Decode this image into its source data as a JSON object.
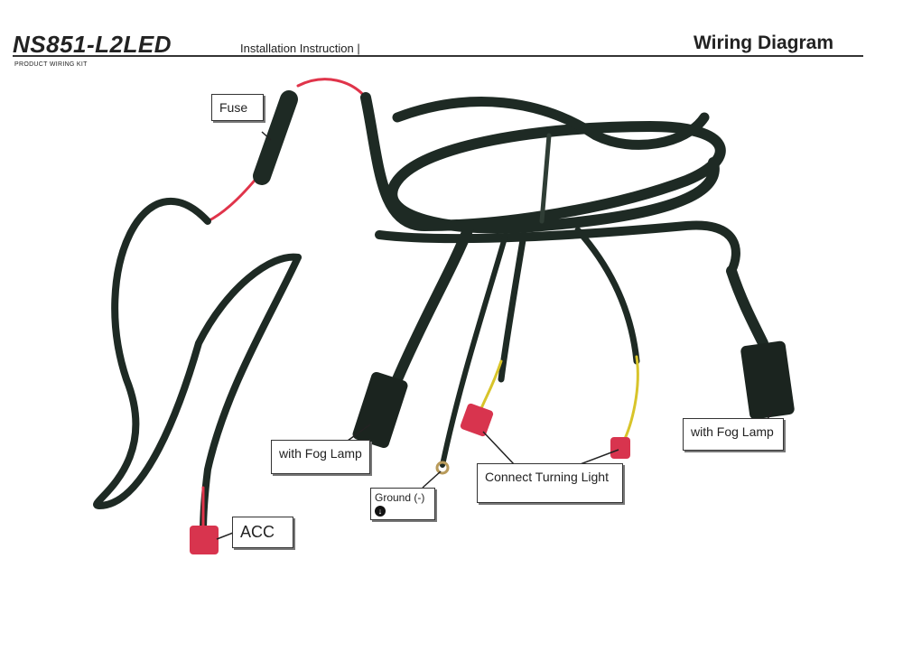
{
  "header": {
    "model": "NS851-L2LED",
    "subtitle": "PRODUCT WIRING KIT",
    "instruction": "Installation Instruction |",
    "title": "Wiring Diagram"
  },
  "labels": {
    "fuse": "Fuse",
    "acc": "ACC",
    "fog_left": "with Fog Lamp",
    "fog_right": "with Fog Lamp",
    "ground": "Ground (-)",
    "turning": "Connect Turning Light"
  },
  "colors": {
    "wire": "#1e2a24",
    "red_wire": "#e0344a",
    "yellow_wire": "#d8c42a",
    "connector_red": "#d8344e"
  }
}
